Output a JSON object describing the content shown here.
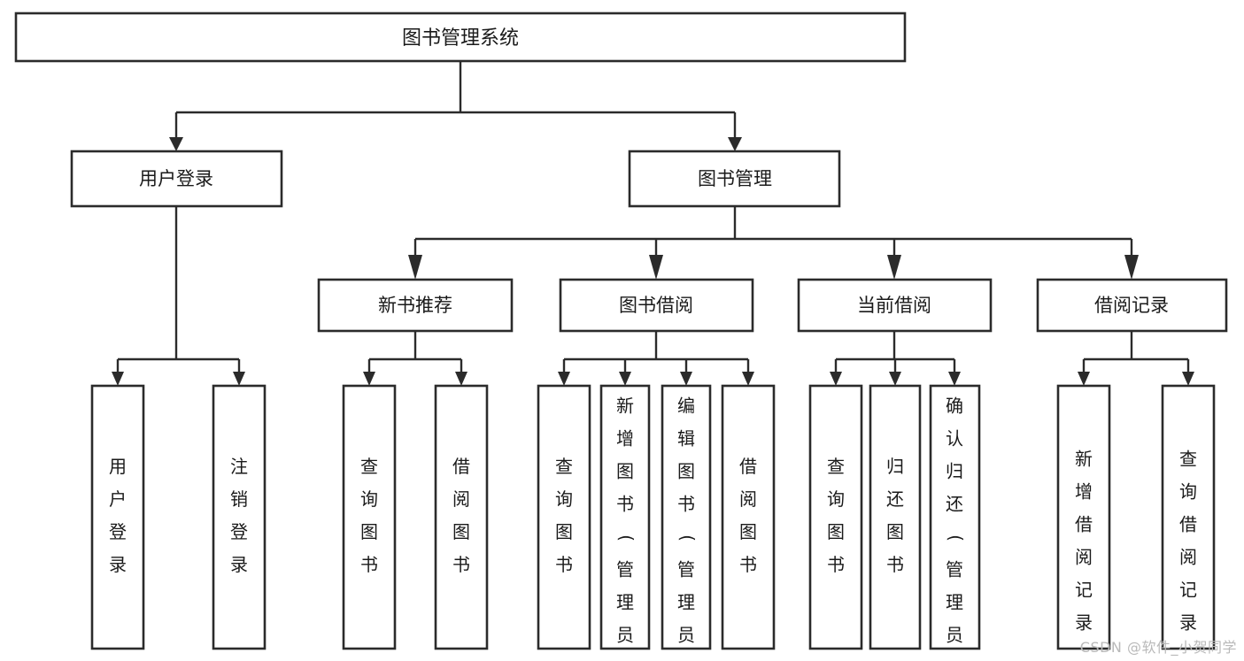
{
  "diagram": {
    "type": "tree-hierarchy-chart",
    "title": "图书管理系统",
    "watermark": "CSDN @软件_小贺同学",
    "colors": {
      "stroke": "#2b2b2b",
      "fill": "#ffffff",
      "text": "#1a1a1a",
      "watermark": "#b9b9b9"
    },
    "levels": [
      {
        "level": 0,
        "nodes": [
          {
            "id": "root",
            "label": "图书管理系统",
            "orientation": "horizontal"
          }
        ]
      },
      {
        "level": 1,
        "nodes": [
          {
            "id": "login",
            "label": "用户登录",
            "orientation": "horizontal",
            "parent": "root"
          },
          {
            "id": "bookmgmt",
            "label": "图书管理",
            "orientation": "horizontal",
            "parent": "root"
          }
        ]
      },
      {
        "level": 2,
        "nodes": [
          {
            "id": "newbook",
            "label": "新书推荐",
            "orientation": "horizontal",
            "parent": "bookmgmt"
          },
          {
            "id": "borrow",
            "label": "图书借阅",
            "orientation": "horizontal",
            "parent": "bookmgmt"
          },
          {
            "id": "current",
            "label": "当前借阅",
            "orientation": "horizontal",
            "parent": "bookmgmt"
          },
          {
            "id": "records",
            "label": "借阅记录",
            "orientation": "horizontal",
            "parent": "bookmgmt"
          }
        ]
      },
      {
        "level": 3,
        "nodes": [
          {
            "id": "leaf1",
            "label": "用户登录",
            "orientation": "vertical",
            "parent": "login"
          },
          {
            "id": "leaf2",
            "label": "注销登录",
            "orientation": "vertical",
            "parent": "login"
          },
          {
            "id": "leaf3",
            "label": "查询图书",
            "orientation": "vertical",
            "parent": "newbook"
          },
          {
            "id": "leaf4",
            "label": "借阅图书",
            "orientation": "vertical",
            "parent": "newbook"
          },
          {
            "id": "leaf5",
            "label": "查询图书",
            "orientation": "vertical",
            "parent": "borrow"
          },
          {
            "id": "leaf6",
            "label": "新增图书（管理员）",
            "orientation": "vertical",
            "parent": "borrow"
          },
          {
            "id": "leaf7",
            "label": "编辑图书（管理员）",
            "orientation": "vertical",
            "parent": "borrow"
          },
          {
            "id": "leaf8",
            "label": "借阅图书",
            "orientation": "vertical",
            "parent": "borrow"
          },
          {
            "id": "leaf9",
            "label": "查询图书",
            "orientation": "vertical",
            "parent": "current"
          },
          {
            "id": "leaf10",
            "label": "归还图书",
            "orientation": "vertical",
            "parent": "current"
          },
          {
            "id": "leaf11",
            "label": "确认归还（管理员）",
            "orientation": "vertical",
            "parent": "current"
          },
          {
            "id": "leaf12",
            "label": "新增借阅记录",
            "orientation": "vertical",
            "parent": "records"
          },
          {
            "id": "leaf13",
            "label": "查询借阅记录",
            "orientation": "vertical",
            "parent": "records"
          }
        ]
      }
    ]
  }
}
